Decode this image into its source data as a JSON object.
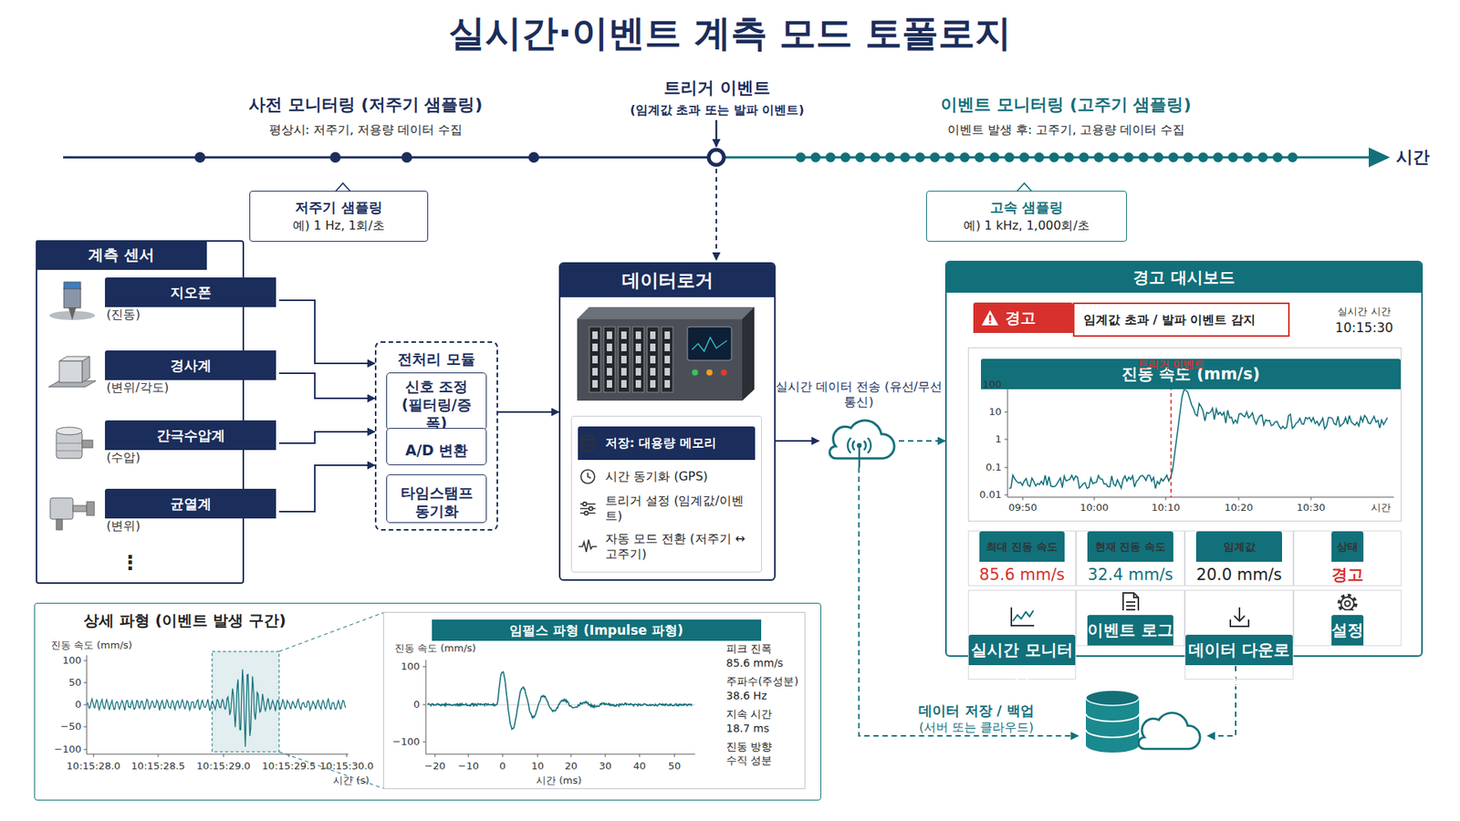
{
  "diagram": {
    "title": "실시간·이벤트 계측 모드 토폴로지",
    "nodes": [
      {
        "text": [
          "저주기 샘플링",
          "예) 1 Hz, 1회/초"
        ]
      },
      {
        "text": [
          "고속 샘플링",
          "예) 1 kHz, 1,000회/초"
        ]
      },
      {
        "text": [
          "계측 센서"
        ]
      },
      {
        "text": [
          "지오폰",
          "(진동)"
        ],
        "in": 2
      },
      {
        "text": [
          "경사계",
          "(변위/각도)"
        ],
        "in": 2
      },
      {
        "text": [
          "간극수압계",
          "(수압)"
        ],
        "in": 2
      },
      {
        "text": [
          "균열계",
          "(변위)"
        ],
        "in": 2
      },
      {
        "text": [
          "전처리 모듈"
        ]
      },
      {
        "text": [
          "신호 조정 (필터링/증폭)"
        ],
        "in": 7
      },
      {
        "text": [
          "A/D 변환"
        ],
        "in": 7
      },
      {
        "text": [
          "타임스탬프 동기화"
        ],
        "in": 7
      },
      {
        "text": [
          "데이터로거"
        ]
      },
      {
        "text": [
          "저장: 대용량 메모리",
          "시간 동기화 (GPS)",
          "트리거 설정 (임계값/이벤트)",
          "자동 모드 전환 (저주기 ↔ 고주기)"
        ],
        "in": 11
      },
      {
        "text": [
          "실시간 데이터 전송 (유선/무선 통신)"
        ]
      },
      {
        "text": [
          "경고 대시보드"
        ]
      },
      {
        "text": [
          "경고",
          "임계값 초과 / 발파 이벤트 감지"
        ],
        "in": 14
      },
      {
        "text": [
          "진동 속도 (mm/s)"
        ],
        "in": 14
      },
      {
        "text": [
          "최대 진동 속도",
          "85.6 mm/s"
        ],
        "in": 14
      },
      {
        "text": [
          "현재 진동 속도",
          "32.4 mm/s"
        ],
        "in": 14
      },
      {
        "text": [
          "임계값",
          "20.0 mm/s"
        ],
        "in": 14
      },
      {
        "text": [
          "상태",
          "경고"
        ],
        "in": 14
      },
      {
        "text": [
          "실시간 모니터링"
        ],
        "in": 14
      },
      {
        "text": [
          "이벤트 로그"
        ],
        "in": 14
      },
      {
        "text": [
          "데이터 다운로드"
        ],
        "in": 14
      },
      {
        "text": [
          "설정"
        ],
        "in": 14
      },
      {
        "text": [
          "데이터 저장 / 백업",
          "(서버 또는 클라우드)"
        ]
      },
      {
        "text": [
          "상세 파형 (이벤트 발생 구간)"
        ]
      },
      {
        "text": [
          "임펄스 파형 (Impulse 파형)"
        ],
        "in": 26
      }
    ],
    "edges": [
      {
        "from": 3,
        "to": 7,
        "arrow": "to"
      },
      {
        "from": 4,
        "to": 7,
        "arrow": "to"
      },
      {
        "from": 5,
        "to": 7,
        "arrow": "to"
      },
      {
        "from": 6,
        "to": 7,
        "arrow": "to"
      },
      {
        "from": 7,
        "to": 11,
        "arrow": "to"
      },
      {
        "from": 11,
        "to": 13,
        "arrow": "to"
      },
      {
        "from": 13,
        "to": 14,
        "arrow": "to"
      },
      {
        "from": 13,
        "to": 25,
        "arrow": "to"
      },
      {
        "from": 14,
        "to": 25,
        "arrow": "to"
      }
    ],
    "labels": [
      "사전 모니터링 (저주기 샘플링)",
      "평상시: 저주기, 저용량 데이터 수집",
      "트리거 이벤트",
      "(임계값 초과 또는 발파 이벤트)",
      "이벤트 모니터링 (고주기 샘플링)",
      "이벤트 발생 후: 고주기, 고용량 데이터 수집",
      "시간",
      "⋮",
      "실시간 시간",
      "10:15:30",
      "100",
      "10",
      "1",
      "0.1",
      "0.01",
      "09:50",
      "10:00",
      "10:10",
      "10:20",
      "10:30",
      "시간",
      "트리거 이벤트",
      "진동 속도 (mm/s)",
      "100",
      "50",
      "0",
      "−50",
      "−100",
      "10:15:28.0",
      "10:15:28.5",
      "10:15:29.0",
      "10:15:29.5",
      "10:15:30.0",
      "시간 (s)",
      "진동 속도 (mm/s)",
      "100",
      "0",
      "−100",
      "−20",
      "−10",
      "0",
      "10",
      "20",
      "30",
      "40",
      "50",
      "시간 (ms)",
      "피크 진폭",
      "85.6 mm/s",
      "주파수(주성분)",
      "38.6 Hz",
      "지속 시간",
      "18.7 ms",
      "진동 방향",
      "수직 성분"
    ]
  }
}
